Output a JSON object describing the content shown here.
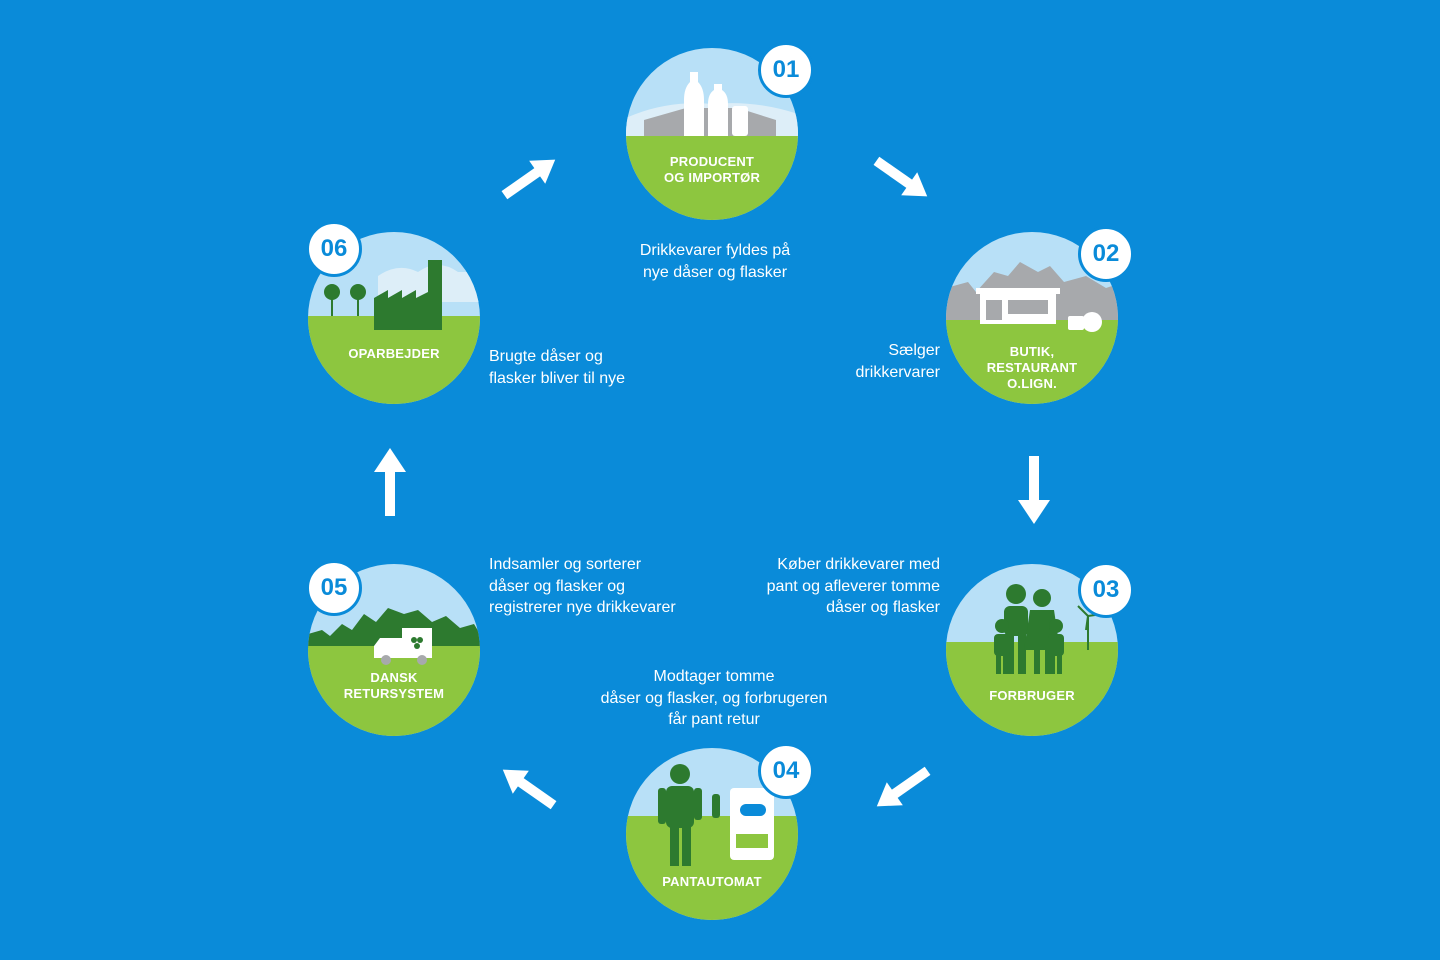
{
  "colors": {
    "background": "#0a8bd9",
    "sky": "#b8e0f7",
    "grass": "#8dc63f",
    "dark_green": "#2d7a2f",
    "grey": "#a7a9ac",
    "white": "#ffffff"
  },
  "steps": [
    {
      "number": "01",
      "label": "PRODUCENT\nOG IMPORTØR",
      "description": "Drikkevarer fyldes på\nnye dåser og flasker",
      "icon": "bottles-icon"
    },
    {
      "number": "02",
      "label": "BUTIK,\nRESTAURANT\nO.LIGN.",
      "description": "Sælger\ndrikkervarer",
      "icon": "shop-icon"
    },
    {
      "number": "03",
      "label": "FORBRUGER",
      "description": "Køber drikkevarer med\npant og afleverer tomme\ndåser og flasker",
      "icon": "family-icon"
    },
    {
      "number": "04",
      "label": "PANTAUTOMAT",
      "description": "Modtager tomme\ndåser og flasker, og forbrugeren\nfår pant retur",
      "icon": "reverse-vending-machine-icon"
    },
    {
      "number": "05",
      "label": "DANSK\nRETURSYSTEM",
      "description": "Indsamler og sorterer\ndåser og flasker og\nregistrerer nye drikkevarer",
      "icon": "truck-icon"
    },
    {
      "number": "06",
      "label": "OPARBEJDER",
      "description": "Brugte dåser og\nflasker bliver til nye",
      "icon": "factory-icon"
    }
  ]
}
